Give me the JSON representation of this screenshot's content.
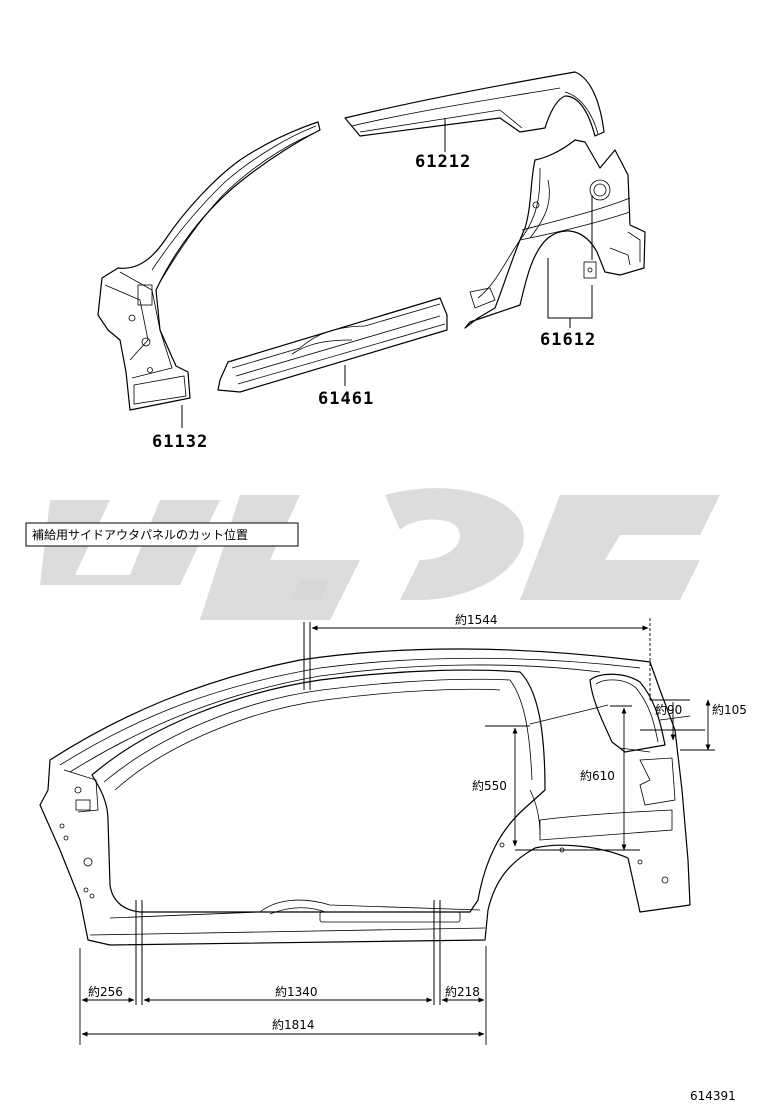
{
  "parts": [
    {
      "number": "61212"
    },
    {
      "number": "61612"
    },
    {
      "number": "61461"
    },
    {
      "number": "61132"
    }
  ],
  "section_label": "補給用サイドアウタパネルのカット位置",
  "dimensions": {
    "top_length": "約1544",
    "d90": "約90",
    "d105": "約105",
    "d550": "約550",
    "d610": "約610",
    "d256": "約256",
    "d1340": "約1340",
    "d218": "約218",
    "d1814": "約1814"
  },
  "doc_id": "614391",
  "colors": {
    "line": "#000000",
    "watermark": "#d6d6d6"
  }
}
